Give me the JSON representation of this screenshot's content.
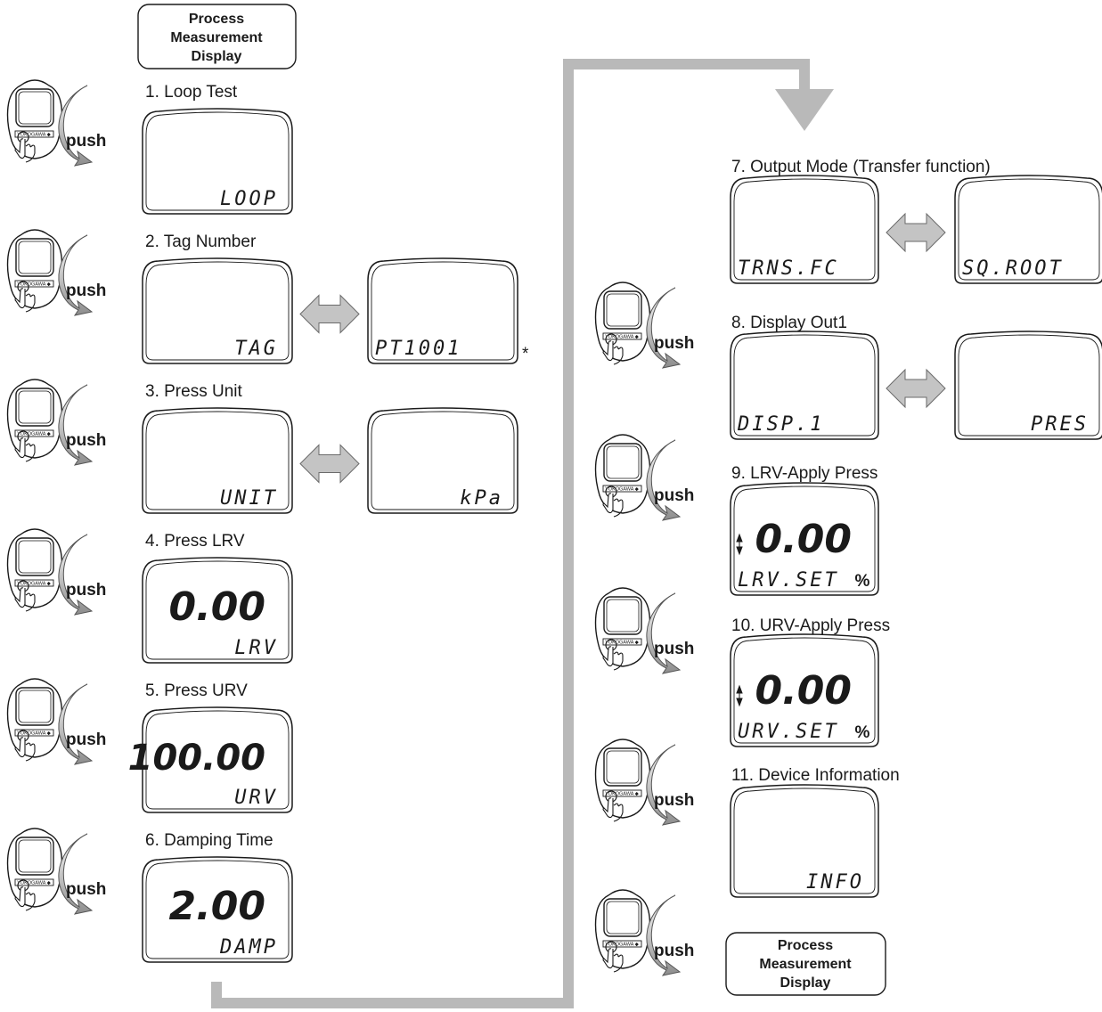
{
  "start_box": {
    "lines": [
      "Process",
      "Measurement",
      "Display"
    ]
  },
  "end_box": {
    "lines": [
      "Process",
      "Measurement",
      "Display"
    ]
  },
  "push_label": "push",
  "brand_label": "YOKOGAWA ◆",
  "asterisk": "*",
  "steps": [
    {
      "title": "1. Loop Test",
      "display": {
        "text": "LOOP"
      }
    },
    {
      "title": "2. Tag Number",
      "display": {
        "text": "TAG"
      },
      "alt_display": {
        "text": "PT1001"
      }
    },
    {
      "title": "3. Press Unit",
      "display": {
        "text": "UNIT"
      },
      "alt_display": {
        "text": "kPa"
      }
    },
    {
      "title": "4. Press LRV",
      "display": {
        "value": "0.00",
        "text": "LRV"
      }
    },
    {
      "title": "5. Press URV",
      "display": {
        "value": "100.00",
        "text": "URV"
      }
    },
    {
      "title": "6. Damping Time",
      "display": {
        "value": "2.00",
        "text": "DAMP"
      }
    },
    {
      "title": "7. Output Mode (Transfer function)",
      "display": {
        "text": "TRNS.FC"
      },
      "alt_display": {
        "text": "SQ.ROOT"
      }
    },
    {
      "title": "8. Display Out1",
      "display": {
        "text": "DISP.1"
      },
      "alt_display": {
        "text": "PRES"
      }
    },
    {
      "title": "9. LRV-Apply Press",
      "display": {
        "value": "0.00",
        "text": "LRV.SET",
        "unit": "%"
      }
    },
    {
      "title": "10. URV-Apply Press",
      "display": {
        "value": "0.00",
        "text": "URV.SET",
        "unit": "%"
      }
    },
    {
      "title": "11. Device Information",
      "display": {
        "text": "INFO"
      }
    }
  ]
}
